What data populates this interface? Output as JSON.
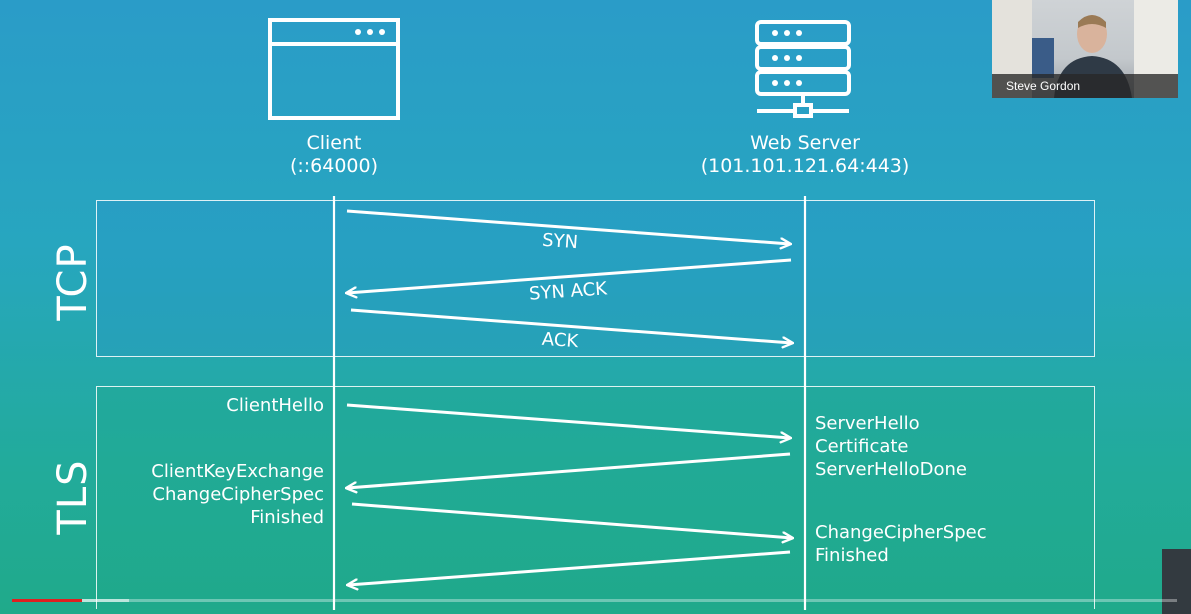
{
  "client": {
    "name": "Client",
    "address": "(::64000)"
  },
  "server": {
    "name": "Web Server",
    "address": "(101.101.121.64:443)"
  },
  "phases": {
    "tcp": "TCP",
    "tls": "TLS"
  },
  "tcp_messages": {
    "syn": "SYN",
    "syn_ack": "SYN ACK",
    "ack": "ACK"
  },
  "tls_messages": {
    "client_hello": "ClientHello",
    "server_hello": "ServerHello",
    "certificate": "Certificate",
    "server_hello_done": "ServerHelloDone",
    "client_key_exchange": "ClientKeyExchange",
    "client_change_cipher_spec": "ChangeCipherSpec",
    "client_finished": "Finished",
    "server_change_cipher_spec": "ChangeCipherSpec",
    "server_finished": "Finished"
  },
  "speaker": {
    "name": "Steve Gordon"
  },
  "video": {
    "progress_fraction": 0.06,
    "buffered_fraction": 0.1
  },
  "colors": {
    "line": "#ffffff",
    "tcp_box_fill": "#2a9cc8",
    "tls_box_fill": "#22ab9c",
    "progress": "#e02020"
  },
  "icons": {
    "client": "browser-window-icon",
    "server": "server-rack-icon"
  }
}
